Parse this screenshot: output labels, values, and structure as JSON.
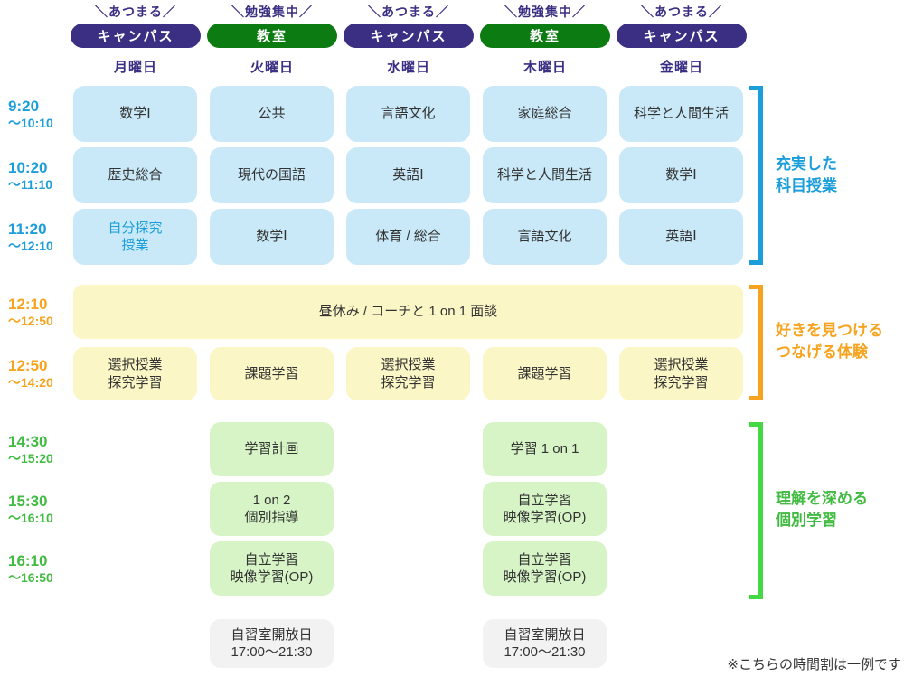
{
  "colors": {
    "indigo": "#3b2f83",
    "pill_green": "#0c7c12",
    "blue_accent": "#1b9ed9",
    "orange_accent": "#f6a41f",
    "green_accent": "#41bb41",
    "green_bracket": "#44d944",
    "cell_blue": "#c9e9f8",
    "cell_yellow": "#fbf6c5",
    "cell_green": "#d6f4c5",
    "cell_gray": "#f2f2f2",
    "text_dark": "#333333"
  },
  "header": {
    "columns": [
      {
        "slogan": "＼あつまる／",
        "pill": "キャンパス"
      },
      {
        "slogan": "＼勉強集中／",
        "pill": "教室"
      },
      {
        "slogan": "＼あつまる／",
        "pill": "キャンパス"
      },
      {
        "slogan": "＼勉強集中／",
        "pill": "教室"
      },
      {
        "slogan": "＼あつまる／",
        "pill": "キャンパス"
      }
    ]
  },
  "chart_data": {
    "type": "table",
    "columns": [
      "月曜日",
      "火曜日",
      "水曜日",
      "木曜日",
      "金曜日"
    ],
    "rows": [
      {
        "time_start": "9:20",
        "time_end": "〜10:10",
        "cells": [
          "数学Ⅰ",
          "公共",
          "言語文化",
          "家庭総合",
          "科学と人間生活"
        ]
      },
      {
        "time_start": "10:20",
        "time_end": "〜11:10",
        "cells": [
          "歴史総合",
          "現代の国語",
          "英語Ⅰ",
          "科学と人間生活",
          "数学Ⅰ"
        ]
      },
      {
        "time_start": "11:20",
        "time_end": "〜12:10",
        "cells": [
          "自分探究\n授業",
          "数学Ⅰ",
          "体育 / 総合",
          "言語文化",
          "英語Ⅰ"
        ]
      },
      {
        "time_start": "12:10",
        "time_end": "〜12:50",
        "lunch": "昼休み / コーチと 1 on 1 面談"
      },
      {
        "time_start": "12:50",
        "time_end": "〜14:20",
        "cells": [
          "選択授業\n探究学習",
          "課題学習",
          "選択授業\n探究学習",
          "課題学習",
          "選択授業\n探究学習"
        ]
      },
      {
        "time_start": "14:30",
        "time_end": "〜15:20",
        "cells": [
          "",
          "学習計画",
          "",
          "学習 1 on 1",
          ""
        ]
      },
      {
        "time_start": "15:30",
        "time_end": "〜16:10",
        "cells": [
          "",
          "1 on 2\n個別指導",
          "",
          "自立学習\n映像学習(OP)",
          ""
        ]
      },
      {
        "time_start": "16:10",
        "time_end": "〜16:50",
        "cells": [
          "",
          "自立学習\n映像学習(OP)",
          "",
          "自立学習\n映像学習(OP)",
          ""
        ]
      },
      {
        "time_start": "",
        "time_end": "",
        "cells": [
          "",
          "自習室開放日\n17:00〜21:30",
          "",
          "自習室開放日\n17:00〜21:30",
          ""
        ]
      }
    ]
  },
  "sections": [
    {
      "label": "充実した\n科目授業"
    },
    {
      "label": "好きを見つける\nつなげる体験"
    },
    {
      "label": "理解を深める\n個別学習"
    }
  ],
  "note": "※こちらの時間割は一例です"
}
